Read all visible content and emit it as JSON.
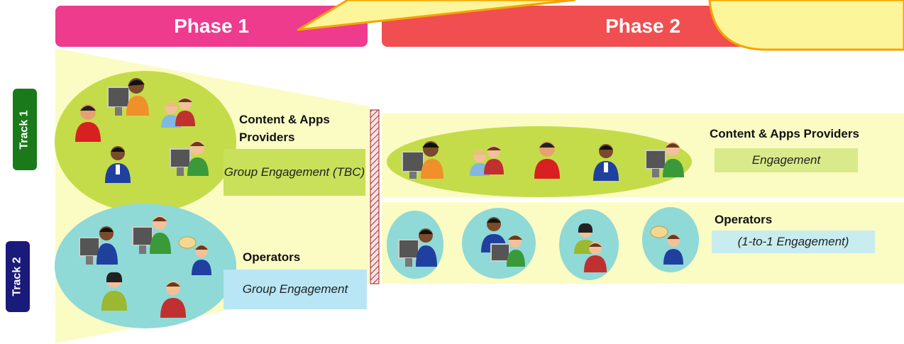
{
  "phases": [
    {
      "label": "Phase 1",
      "color": "#ee3b8e"
    },
    {
      "label": "Phase 2",
      "color": "#f04e50"
    }
  ],
  "tracks": [
    {
      "label": "Track 1",
      "color": "#1a7a1a"
    },
    {
      "label": "Track 2",
      "color": "#1a1a7a"
    }
  ],
  "phase1": {
    "track1": {
      "title": "Content & Apps Providers",
      "engagement": "Group Engagement (TBC)"
    },
    "track2": {
      "title": "Operators",
      "engagement": "Group Engagement"
    }
  },
  "phase2": {
    "track1": {
      "title": "Content & Apps Providers",
      "engagement": "Engagement"
    },
    "track2": {
      "title": "Operators",
      "engagement": "(1-to-1 Engagement)"
    }
  },
  "colors": {
    "callout_fill": "#fdf59a",
    "callout_border": "#f5a300",
    "phase1_band": "#fbfbc4",
    "green_ellipse": "#c4dc4a",
    "teal_ellipse": "#8fd9d6",
    "engagement_green": "#c8e05a",
    "engagement_blue": "#b8e6f5"
  }
}
